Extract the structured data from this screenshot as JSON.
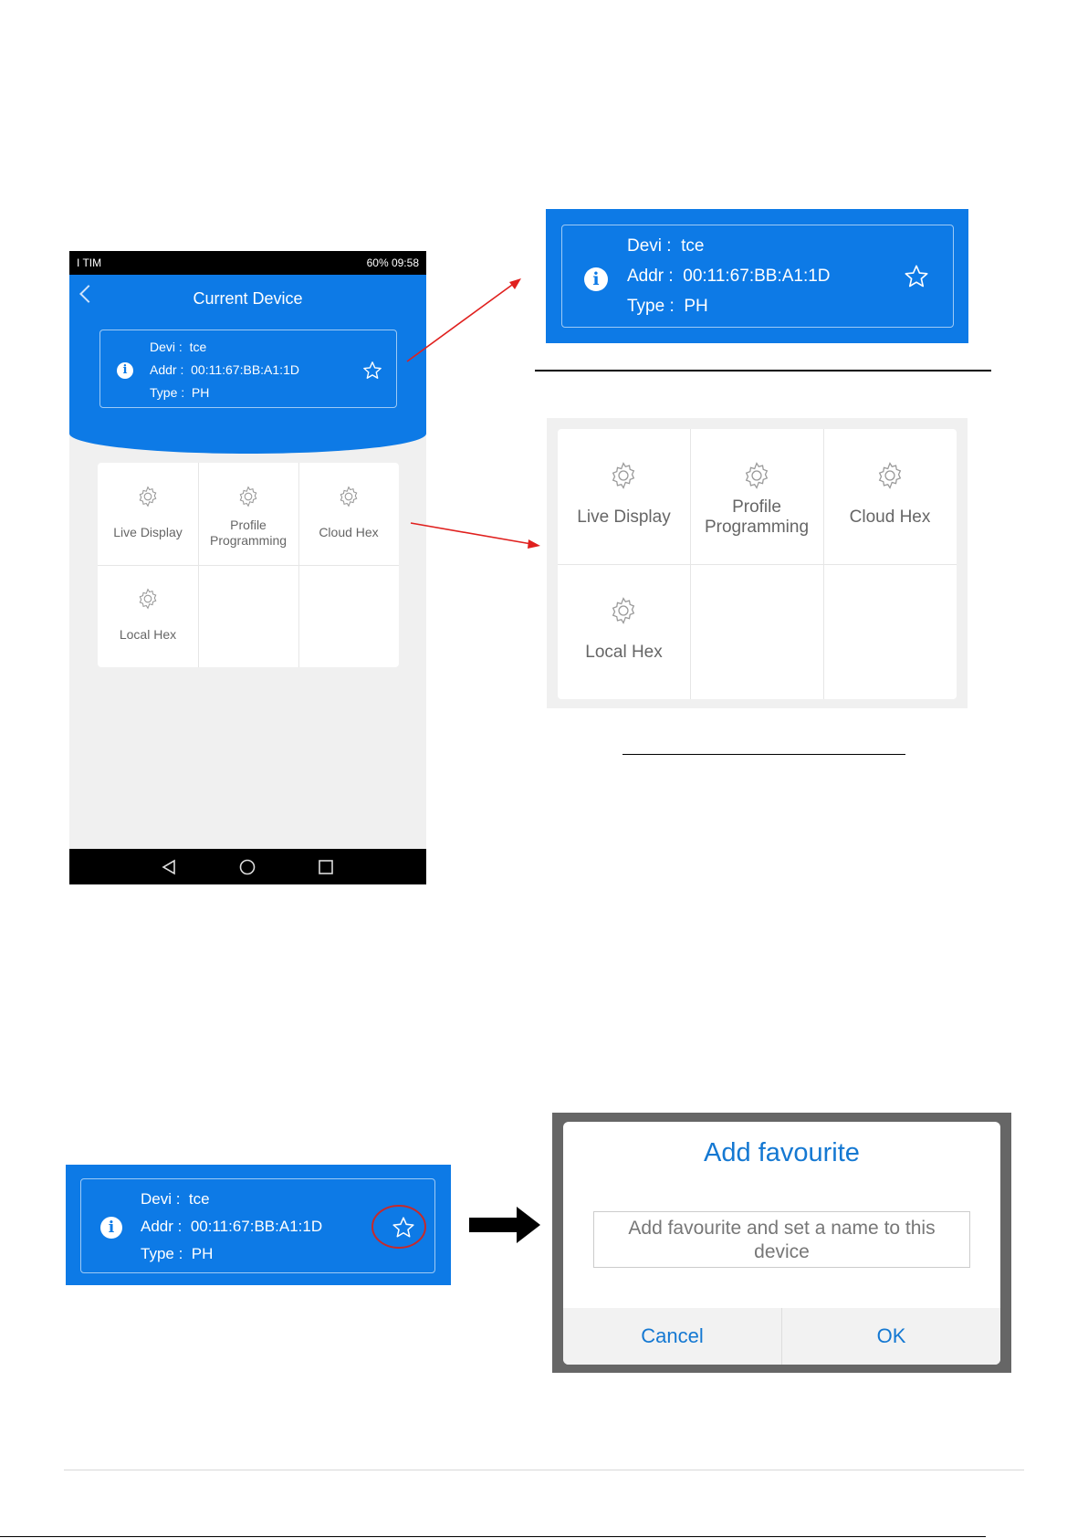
{
  "status_bar": {
    "carrier": "I TIM",
    "right": "60%  09:58"
  },
  "screen": {
    "title": "Current Device"
  },
  "device": {
    "devi_label": "Devi :",
    "devi_value": "tce",
    "addr_label": "Addr :",
    "addr_value": "00:11:67:BB:A1:1D",
    "type_label": "Type :",
    "type_value": "PH"
  },
  "menu": {
    "live_display": "Live Display",
    "profile_line1": "Profile",
    "profile_line2": "Programming",
    "cloud_hex": "Cloud Hex",
    "local_hex": "Local Hex"
  },
  "dialog": {
    "title": "Add favourite",
    "message_line1": "Add favourite and set a name to this",
    "message_line2": "device",
    "cancel": "Cancel",
    "ok": "OK"
  },
  "colors": {
    "brand_blue": "#0d7ae6",
    "dialog_blue": "#1478d2",
    "arrow_red": "#e0201e",
    "circle_red": "#c62a2a"
  }
}
